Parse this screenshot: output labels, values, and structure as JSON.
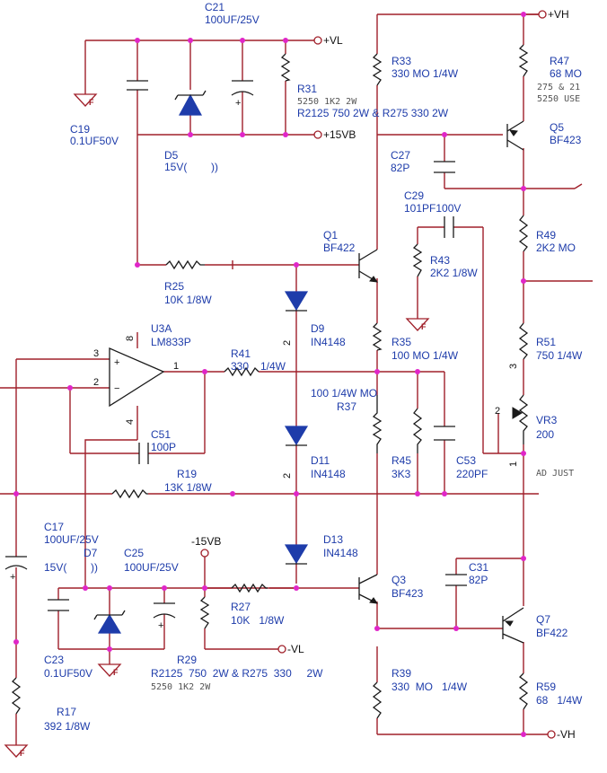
{
  "rails": {
    "vh_pos": "+VH",
    "vh_neg": "-VH",
    "vl_pos": "+VL",
    "vl_neg": "-VL",
    "b15_pos": "+15VB",
    "b15_neg": "-15VB"
  },
  "components": {
    "C21": {
      "ref": "C21",
      "value": "100UF/25V"
    },
    "C19": {
      "ref": "C19",
      "value": "0.1UF50V"
    },
    "D5": {
      "ref": "D5",
      "value": "15V(        ))"
    },
    "R31": {
      "ref": "R31",
      "alt": "5250 1K2 2W",
      "value": "R2125 750  2W & R275  330  2W"
    },
    "R33": {
      "ref": "R33",
      "value": "330  MO  1/4W"
    },
    "R47": {
      "ref": "R47",
      "value": "68  MO",
      "alt1": "275 & 21",
      "alt2": "5250 USE"
    },
    "Q5": {
      "ref": "Q5",
      "value": "BF423"
    },
    "C27": {
      "ref": "C27",
      "value": "82P"
    },
    "C29": {
      "ref": "C29",
      "value": "101PF100V"
    },
    "R43": {
      "ref": "R43",
      "value": "2K2  1/8W"
    },
    "R49": {
      "ref": "R49",
      "value": "2K2  MO"
    },
    "Q1": {
      "ref": "Q1",
      "value": "BF422"
    },
    "R25": {
      "ref": "R25",
      "value": "10K  1/8W"
    },
    "D9": {
      "ref": "D9",
      "value": "IN4148"
    },
    "U3A": {
      "ref": "U3A",
      "value": "LM833P"
    },
    "R35": {
      "ref": "R35",
      "value": "100  MO  1/4W"
    },
    "R51": {
      "ref": "R51",
      "value": "750  1/4W"
    },
    "R41": {
      "ref": "R41",
      "value": "330",
      "value2": "1/4W"
    },
    "R37": {
      "ref": "R37",
      "value": "100  1/4W  MO"
    },
    "VR3": {
      "ref": "VR3",
      "value": "200",
      "note": "AD JUST"
    },
    "C51": {
      "ref": "C51",
      "value": "100P"
    },
    "D11": {
      "ref": "D11",
      "value": "IN4148"
    },
    "R45": {
      "ref": "R45",
      "value": "3K3"
    },
    "C53": {
      "ref": "C53",
      "value": "220PF"
    },
    "R19": {
      "ref": "R19",
      "value": "13K  1/8W"
    },
    "C17": {
      "ref": "C17",
      "value": "100UF/25V"
    },
    "D7": {
      "ref": "D7",
      "value": "15V(        ))"
    },
    "C25": {
      "ref": "C25",
      "value": "100UF/25V"
    },
    "D13": {
      "ref": "D13",
      "value": "IN4148"
    },
    "C31": {
      "ref": "C31",
      "value": "82P"
    },
    "Q3": {
      "ref": "Q3",
      "value": "BF423"
    },
    "R27": {
      "ref": "R27",
      "value": "10K   1/8W"
    },
    "Q7": {
      "ref": "Q7",
      "value": "BF422"
    },
    "C23": {
      "ref": "C23",
      "value": "0.1UF50V"
    },
    "R29": {
      "ref": "R29",
      "value": "R2125  750  2W & R275  330     2W",
      "alt": "5250 1K2 2W"
    },
    "R39": {
      "ref": "R39",
      "value": "330  MO   1/4W"
    },
    "R17": {
      "ref": "R17",
      "value": "392  1/8W"
    },
    "R59": {
      "ref": "R59",
      "value": "68   1/4W"
    }
  },
  "pins": {
    "p3": "3",
    "p2": "2",
    "p8": "8",
    "p4": "4",
    "p1": "1",
    "d2a": "2",
    "d2b": "2",
    "vr2": "2",
    "vr3": "3",
    "vr1": "1"
  },
  "ground_label": "F"
}
